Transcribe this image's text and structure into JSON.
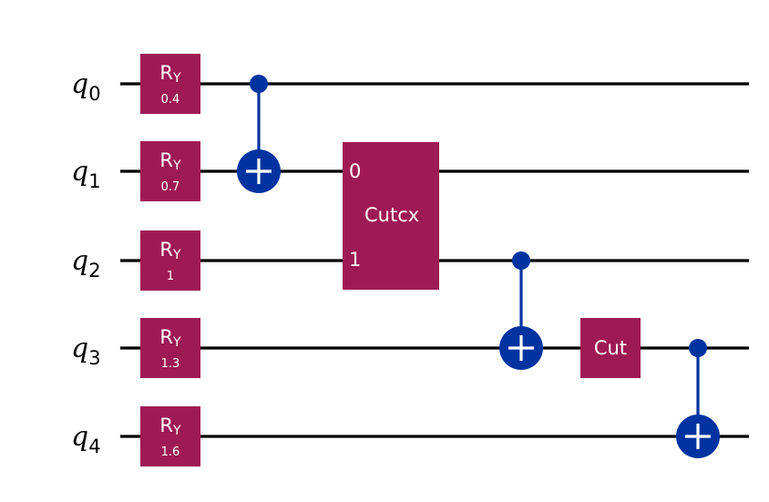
{
  "qubits": [
    {
      "symbol": "q",
      "index": "0"
    },
    {
      "symbol": "q",
      "index": "1"
    },
    {
      "symbol": "q",
      "index": "2"
    },
    {
      "symbol": "q",
      "index": "3"
    },
    {
      "symbol": "q",
      "index": "4"
    }
  ],
  "ry_gates": [
    {
      "name": "R",
      "sub": "Y",
      "param": "0.4",
      "qubit": 0
    },
    {
      "name": "R",
      "sub": "Y",
      "param": "0.7",
      "qubit": 1
    },
    {
      "name": "R",
      "sub": "Y",
      "param": "1",
      "qubit": 2
    },
    {
      "name": "R",
      "sub": "Y",
      "param": "1.3",
      "qubit": 3
    },
    {
      "name": "R",
      "sub": "Y",
      "param": "1.6",
      "qubit": 4
    }
  ],
  "cutcx_gate": {
    "label": "Cutcx",
    "qubits": [
      1,
      2
    ],
    "port_labels": [
      "0",
      "1"
    ]
  },
  "cut_gate": {
    "label": "Cut",
    "qubit": 3
  },
  "cnots": [
    {
      "control": 0,
      "target": 1
    },
    {
      "control": 2,
      "target": 3
    },
    {
      "control": 3,
      "target": 4
    }
  ],
  "colors": {
    "gate": "#9e1a54",
    "cnot": "#0033a0",
    "wire": "#000000",
    "background": "#ffffff"
  }
}
